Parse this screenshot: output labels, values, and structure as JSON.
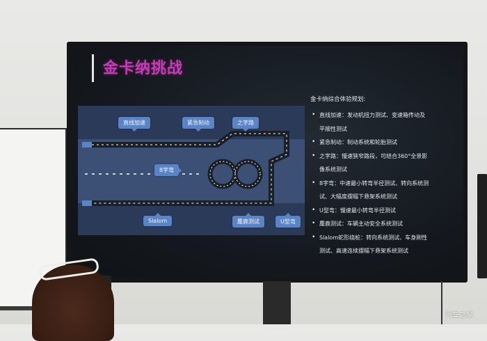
{
  "slide": {
    "title": "金卡纳挑战",
    "heading": "金卡纳综合体验规划:",
    "items": [
      "直线加速：发动机扭力测试、变速箱传动及",
      "平顺性测试",
      "紧急制动：制动系统和轮胎测试",
      "之字路：慢速狭窄路段，可结合360°全景影",
      "像系统测试",
      "8字弯：中速最小转弯半径测试、转向系统测",
      "试、大幅度摆幅下悬架系统测试",
      "U型弯：慢速最小转弯半径测试",
      "麋鹿测试：车辆主动安全系统测试",
      "Slalom蛇形绕桩：转向系统测试、车身刚性",
      "测试、高速连续摆幅下悬架系统测试"
    ],
    "map_labels": {
      "straight": "直线加速",
      "brake": "紧急制动",
      "zigzag": "之字路",
      "figure8": "8字弯",
      "slalom": "Slalom",
      "moose": "麋鹿测试",
      "uturn": "U型弯"
    }
  },
  "watermark": "汽车之家",
  "colors": {
    "title": "#c63bb4",
    "callout": "#5b84c4",
    "map_bg": "#2b3a58",
    "track": "#1b1f27"
  }
}
